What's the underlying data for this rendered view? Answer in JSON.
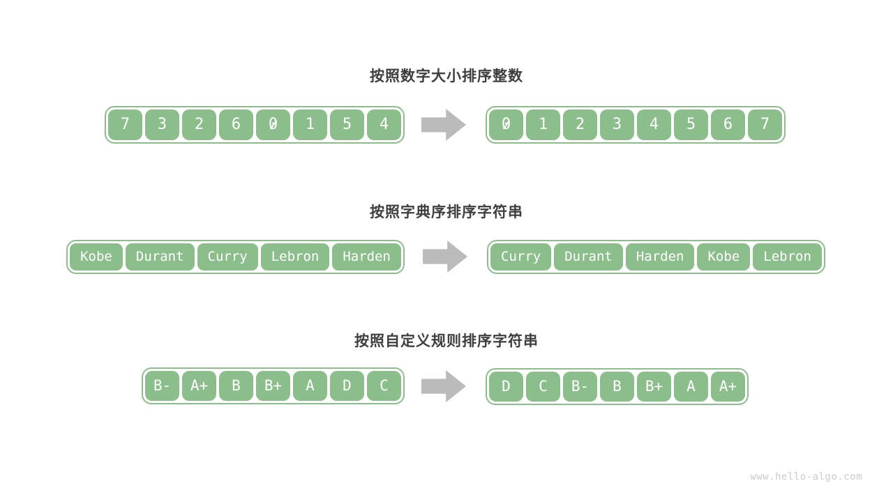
{
  "colors": {
    "box_green": "#8cbe8c",
    "box_text": "#ffffff",
    "title_text": "#3e3e3e",
    "arrow_gray": "#bbbbbb",
    "watermark_gray": "#cbcbcb",
    "background": "#ffffff"
  },
  "sections": [
    {
      "id": "sort-integers",
      "title": "按照数字大小排序整数",
      "before": [
        "7",
        "3",
        "2",
        "6",
        "0",
        "1",
        "5",
        "4"
      ],
      "after": [
        "0",
        "1",
        "2",
        "3",
        "4",
        "5",
        "6",
        "7"
      ]
    },
    {
      "id": "sort-strings-lexicographic",
      "title": "按照字典序排序字符串",
      "before": [
        "Kobe",
        "Durant",
        "Curry",
        "Lebron",
        "Harden"
      ],
      "after": [
        "Curry",
        "Durant",
        "Harden",
        "Kobe",
        "Lebron"
      ]
    },
    {
      "id": "sort-strings-custom-rule",
      "title": "按照自定义规则排序字符串",
      "before": [
        "B-",
        "A+",
        "B",
        "B+",
        "A",
        "D",
        "C"
      ],
      "after": [
        "D",
        "C",
        "B-",
        "B",
        "B+",
        "A",
        "A+"
      ]
    }
  ],
  "watermark": "www.hello-algo.com",
  "icons": {
    "arrow": "right-block-arrow"
  }
}
